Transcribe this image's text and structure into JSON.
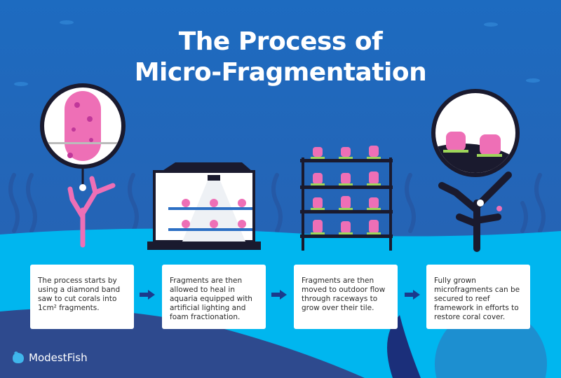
{
  "title": {
    "line1": "The Process of",
    "line2": "Micro-Fragmentation"
  },
  "steps": [
    {
      "text": "The process starts by using a diamond band saw to cut corals into 1cm² fragments."
    },
    {
      "text": "Fragments are then allowed to heal in aquaria equipped with artificial lighting and foam fractionation."
    },
    {
      "text": "Fragments are then moved to outdoor flow through raceways to grow over their tile."
    },
    {
      "text": "Fully grown microfragments can be secured to reef framework in efforts to restore coral cover."
    }
  ],
  "brand": {
    "name": "ModestFish"
  },
  "colors": {
    "sky": "#1e6cbf",
    "water": "#00b6ef",
    "navy": "#2e4a8e",
    "coral": "#ee6fb6",
    "arrow": "#1b3a8c",
    "dark": "#1a1a2e"
  }
}
